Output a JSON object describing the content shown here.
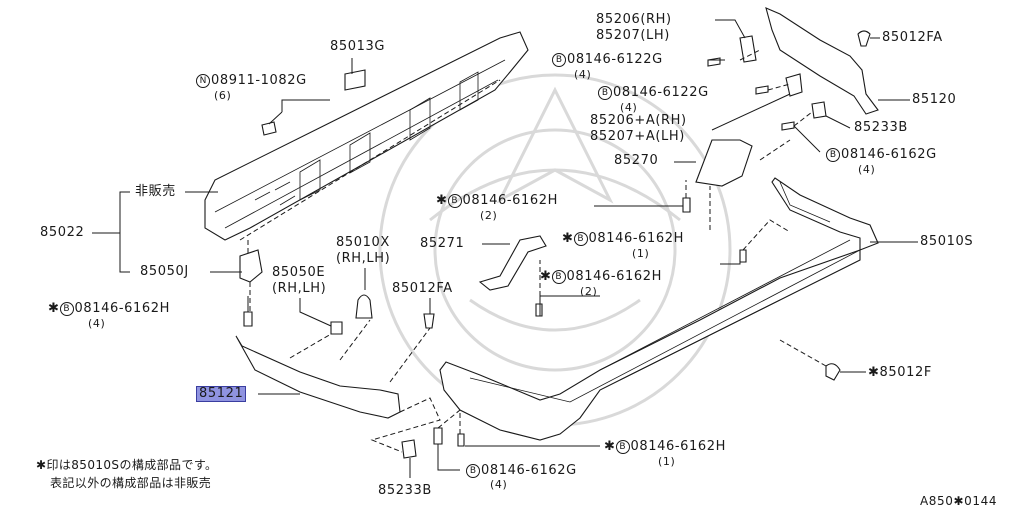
{
  "diagram_id": "A850✱0144",
  "highlight_color": "#8f93e0",
  "parts": {
    "p85013G": "85013G",
    "p08911_a": "08911-1082G",
    "p08911_b": "(6)",
    "p85022": "85022",
    "p_not_sold": "非販売",
    "p85050J": "85050J",
    "p85010X_a": "85010X",
    "p85010X_b": "(RH,LH)",
    "p85050E_a": "85050E",
    "p85050E_b": "(RH,LH)",
    "p85012FA_mid": "85012FA",
    "p08146H_left_a": "08146-6162H",
    "p08146H_left_b": "(4)",
    "p85121": "85121",
    "p85233B_bottom": "85233B",
    "p08146G_bottom_a": "08146-6162G",
    "p08146G_bottom_b": "(4)",
    "p08146H_bottom_a": "08146-6162H",
    "p08146H_bottom_b": "(1)",
    "p85012F": "85012F",
    "p85010S": "85010S",
    "p85271": "85271",
    "p08146H_mid1_a": "08146-6162H",
    "p08146H_mid1_b": "(1)",
    "p08146H_mid2_a": "08146-6162H",
    "p08146H_mid2_b": "(2)",
    "p08146H_top_a": "08146-6162H",
    "p08146H_top_b": "(2)",
    "p85270": "85270",
    "p85206_a": "85206(RH)",
    "p85207_a": "85207(LH)",
    "p08146G_r1_a": "08146-6122G",
    "p08146G_r1_b": "(4)",
    "p08146G_r2_a": "08146-6122G",
    "p08146G_r2_b": "(4)",
    "p85206A": "85206+A(RH)",
    "p85207A": "85207+A(LH)",
    "p85012FA_top": "85012FA",
    "p85120": "85120",
    "p85233B_right": "85233B",
    "p08146G_right_a": "08146-6162G",
    "p08146G_right_b": "(4)"
  },
  "markers": {
    "b": "B",
    "n": "N",
    "star": "✱"
  },
  "notes": {
    "line1": "✱印は85010Sの構成部品です。",
    "line2": "表記以外の構成部品は非販売"
  }
}
